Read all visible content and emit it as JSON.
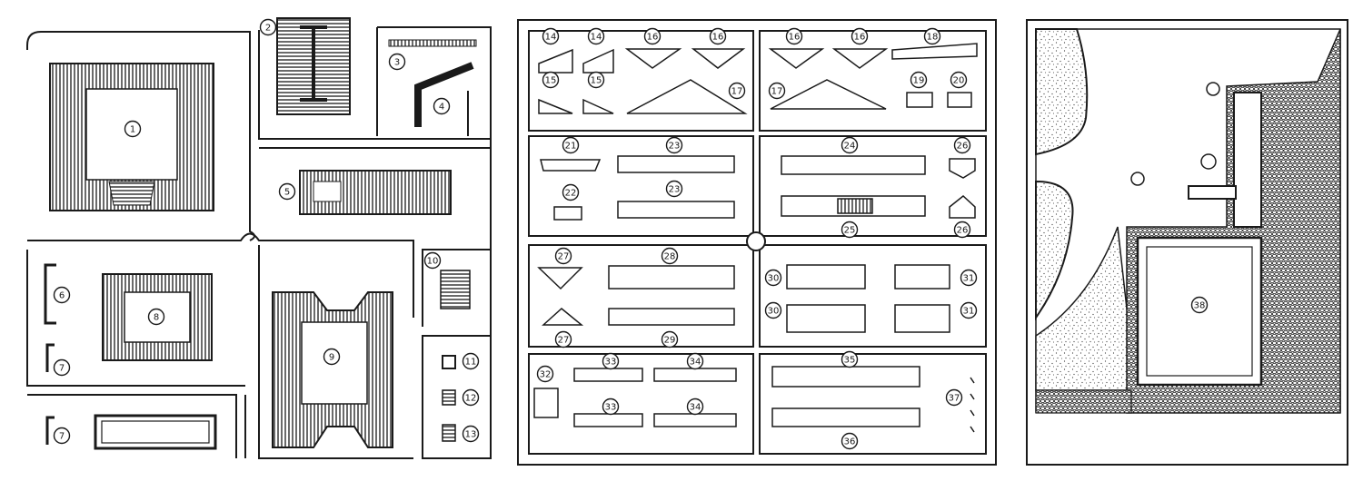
{
  "sheet": {
    "ink_color": "#1a1a1a",
    "paper_color": "#ffffff",
    "callouts": [
      "1",
      "2",
      "3",
      "4",
      "5",
      "6",
      "7",
      "7",
      "8",
      "9",
      "10",
      "11",
      "12",
      "13",
      "14",
      "14",
      "15",
      "15",
      "16",
      "16",
      "16",
      "16",
      "17",
      "17",
      "18",
      "19",
      "20",
      "21",
      "22",
      "23",
      "23",
      "24",
      "25",
      "26",
      "26",
      "27",
      "27",
      "28",
      "29",
      "30",
      "30",
      "31",
      "31",
      "32",
      "33",
      "33",
      "34",
      "34",
      "35",
      "36",
      "37",
      "38"
    ]
  }
}
